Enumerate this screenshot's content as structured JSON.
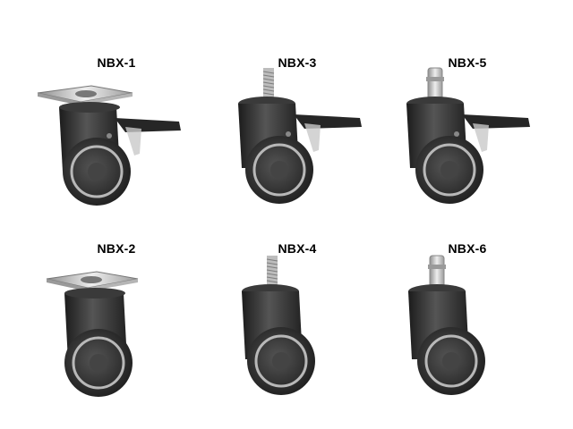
{
  "products": [
    {
      "id": "c1",
      "label": "NBX-1",
      "mount": "plate",
      "brake": true
    },
    {
      "id": "c3",
      "label": "NBX-3",
      "mount": "threaded-stem",
      "brake": true
    },
    {
      "id": "c5",
      "label": "NBX-5",
      "mount": "grip-ring-stem",
      "brake": true
    },
    {
      "id": "c2",
      "label": "NBX-2",
      "mount": "plate",
      "brake": false
    },
    {
      "id": "c4",
      "label": "NBX-4",
      "mount": "threaded-stem",
      "brake": false
    },
    {
      "id": "c6",
      "label": "NBX-6",
      "mount": "grip-ring-stem",
      "brake": false
    }
  ],
  "colors": {
    "background": "#ffffff",
    "housing": "#2b2b2b",
    "housing_highlight": "#555555",
    "wheel_tread": "#3a3a3a",
    "wheel_rim": "#b8b8b8",
    "metal": "#c9c9c9",
    "metal_dark": "#8e8e8e"
  }
}
